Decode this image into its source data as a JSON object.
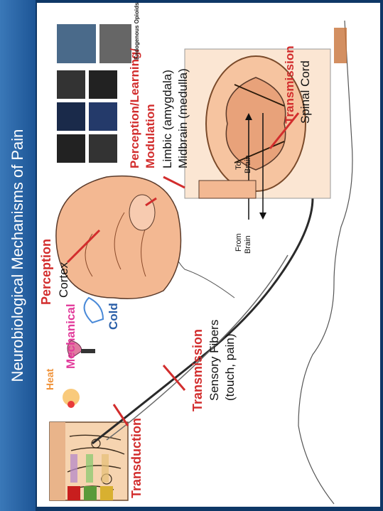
{
  "title": "Neurobiological Mechanisms of Pain",
  "labels": {
    "transduction": "Transduction",
    "heat": "Heat",
    "mechanical": "Mechanical",
    "cold": "Cold",
    "transmission_fibers_heading": "Transmission",
    "sensory_fibers_line1": "Sensory Fibers",
    "sensory_fibers_line2": "(touch, pain)",
    "perception_heading": "Perception",
    "cortex": "Cortex",
    "perception_learning_line1": "Perception/Learning/",
    "perception_learning_line2": "Modulation",
    "limbic": "Limbic (amygdala)",
    "midbrain": "Midbrain (medulla)",
    "transmission_spinal_heading": "Transmission",
    "spinal_cord": "Spinal Cord",
    "from_brain_line1": "From",
    "from_brain_line2": "Brain",
    "to_brain_line1": "To",
    "to_brain_line2": "Brain",
    "endogenous_opioids": "Endogenous Opioids"
  },
  "colors": {
    "title_bar": "#1d5596",
    "red_label": "#d22d2d",
    "mechanical_label": "#e23a9b",
    "heat_label": "#f0933a",
    "cold_label": "#2a5fa8",
    "spinal_tissue": "#f6c4a0",
    "brain_tissue": "#f3b892"
  }
}
